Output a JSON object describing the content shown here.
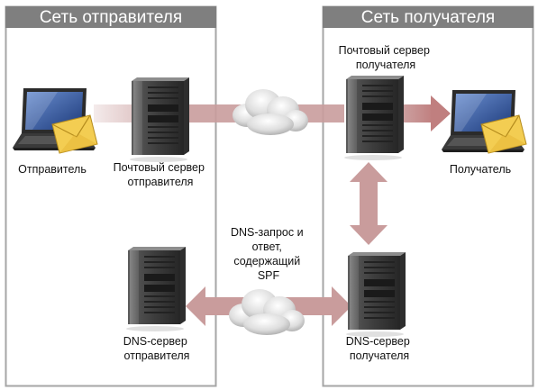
{
  "sender_network": {
    "title": "Сеть отправителя"
  },
  "recipient_network": {
    "title": "Сеть получателя"
  },
  "nodes": {
    "sender": {
      "label": "Отправитель"
    },
    "sender_mail_server": {
      "label_line1": "Почтовый сервер",
      "label_line2": "отправителя"
    },
    "recipient_mail_server": {
      "label_line1": "Почтовый сервер",
      "label_line2": "получателя"
    },
    "recipient": {
      "label": "Получатель"
    },
    "sender_dns_server": {
      "label_line1": "DNS-сервер",
      "label_line2": "отправителя"
    },
    "recipient_dns_server": {
      "label_line1": "DNS-сервер",
      "label_line2": "получателя"
    }
  },
  "dns_exchange": {
    "label_line1": "DNS-запрос и",
    "label_line2": "ответ,",
    "label_line3": "содержащий",
    "label_line4": "SPF"
  },
  "colors": {
    "panel_border": "#a6a6a6",
    "panel_header": "#7f7f7f",
    "arrow": "#c99c9c",
    "tower": "#4a4a4a",
    "envelope": "#f3cd52"
  }
}
